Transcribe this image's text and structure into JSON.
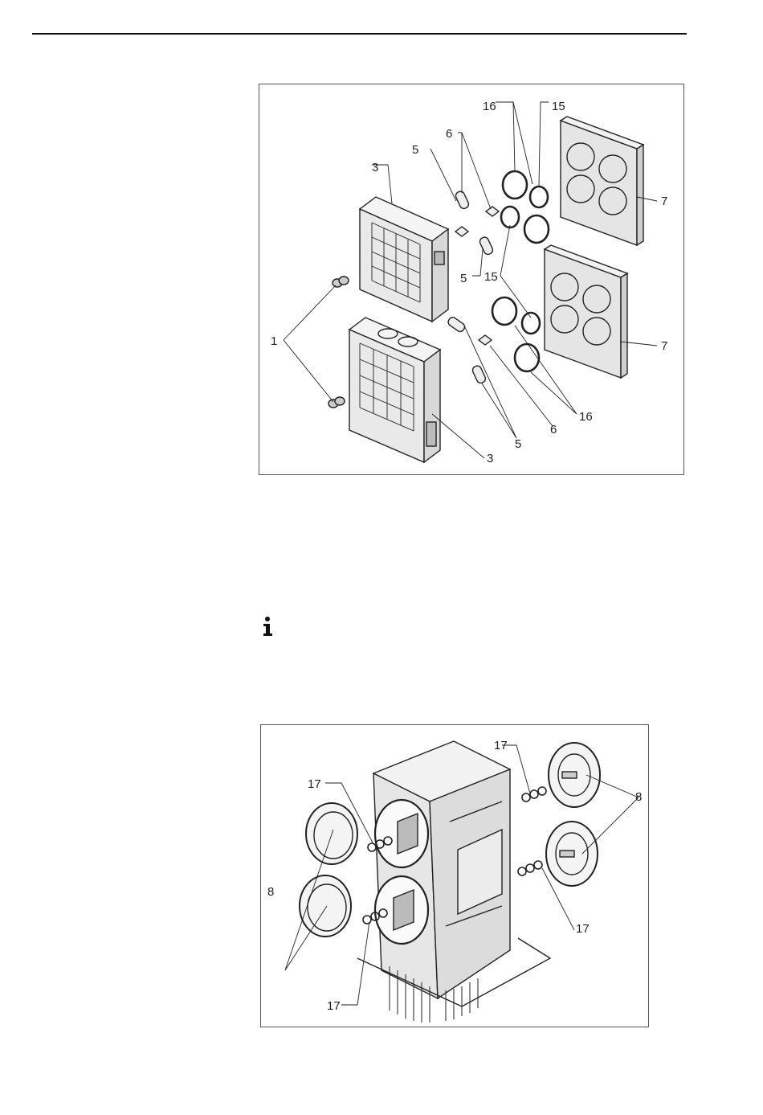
{
  "figure_top": {
    "callouts": {
      "c16_top": "16",
      "c15_top": "15",
      "c6_top": "6",
      "c5_top": "5",
      "c3_top": "3",
      "c7_top": "7",
      "c5_mid": "5",
      "c15_mid": "15",
      "c1": "1",
      "c7_bottom": "7",
      "c16_bottom": "16",
      "c6_bottom": "6",
      "c5_bottom": "5",
      "c3_bottom": "3"
    }
  },
  "info_icon": "info-icon",
  "figure_bottom": {
    "callouts": {
      "c17_top_right": "17",
      "c17_top_left": "17",
      "c8_right": "8",
      "c8_left": "8",
      "c17_right": "17",
      "c17_bottom": "17"
    }
  }
}
